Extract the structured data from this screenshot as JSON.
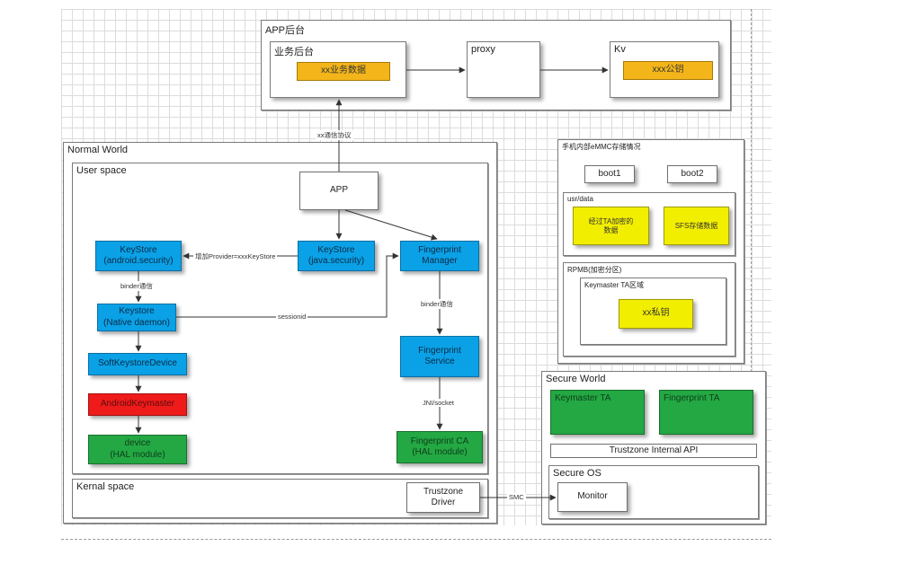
{
  "app_backend": {
    "title": "APP后台",
    "business": {
      "title": "业务后台",
      "data": "xx业务数据"
    },
    "proxy": {
      "title": "proxy"
    },
    "kv": {
      "title": "Kv",
      "pubkey": "xxx公钥"
    }
  },
  "normal_world": {
    "title": "Normal World",
    "user_space": {
      "title": "User space",
      "app": "APP",
      "keystore_android": "KeyStore\n(android.security)",
      "keystore_java": "KeyStore\n(java.security)",
      "fingerprint_manager": "Fingerprint\nManager",
      "keystore_native": "Keystore\n(Native daemon)",
      "soft_keystore_device": "SoftKeystoreDevice",
      "android_keymaster": "AndroidKeymaster",
      "device_hal": "device\n(HAL module)",
      "fingerprint_service": "Fingerprint\nService",
      "fingerprint_ca": "Fingerprint CA\n(HAL module)"
    },
    "kernel_space": {
      "title": "Kernal space",
      "trustzone_driver": "Trustzone\nDriver"
    }
  },
  "edge_labels": {
    "protocol": "xx通信协议",
    "provider": "增加Provider=xxxKeyStore",
    "binder1": "binder通信",
    "sessionid": "sessionid",
    "binder2": "binder通信",
    "jni": "JNI/socket",
    "smc": "SMC"
  },
  "emmc": {
    "title": "手机内部eMMC存储情况",
    "boot1": "boot1",
    "boot2": "boot2",
    "usr_data": {
      "title": "usr/data",
      "ta_encrypted": "经过TA加密的\n数据",
      "sfs": "SFS存储数据"
    },
    "rpmb": {
      "title": "RPMB(加密分区)",
      "keymaster_ta_area": "Keymaster TA区域",
      "private_key": "xx私钥"
    }
  },
  "secure_world": {
    "title": "Secure World",
    "keymaster_ta": "Keymaster TA",
    "fingerprint_ta": "Fingerprint TA",
    "internal_api": "Trustzone Internal API",
    "secure_os": {
      "title": "Secure OS",
      "monitor": "Monitor"
    }
  }
}
